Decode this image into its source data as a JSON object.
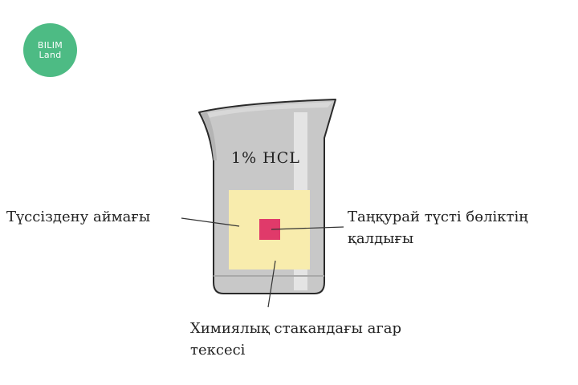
{
  "logo": {
    "line1": "BILIM",
    "line2": "Land"
  },
  "beaker": {
    "label": "1%  HCL"
  },
  "annotations": {
    "left": "Түссіздену аймағы",
    "right_line1": "Таңқурай түсті бөліктің",
    "right_line2": "қалдығы",
    "bottom_line1": "Химиялық стакандағы агар",
    "bottom_line2": "тексесі"
  },
  "colors": {
    "logo_green": "#4dbb84",
    "beaker_gray": "#c8c8c8",
    "agar_yellow": "#f8ecad",
    "raspberry": "#e03a6a"
  }
}
